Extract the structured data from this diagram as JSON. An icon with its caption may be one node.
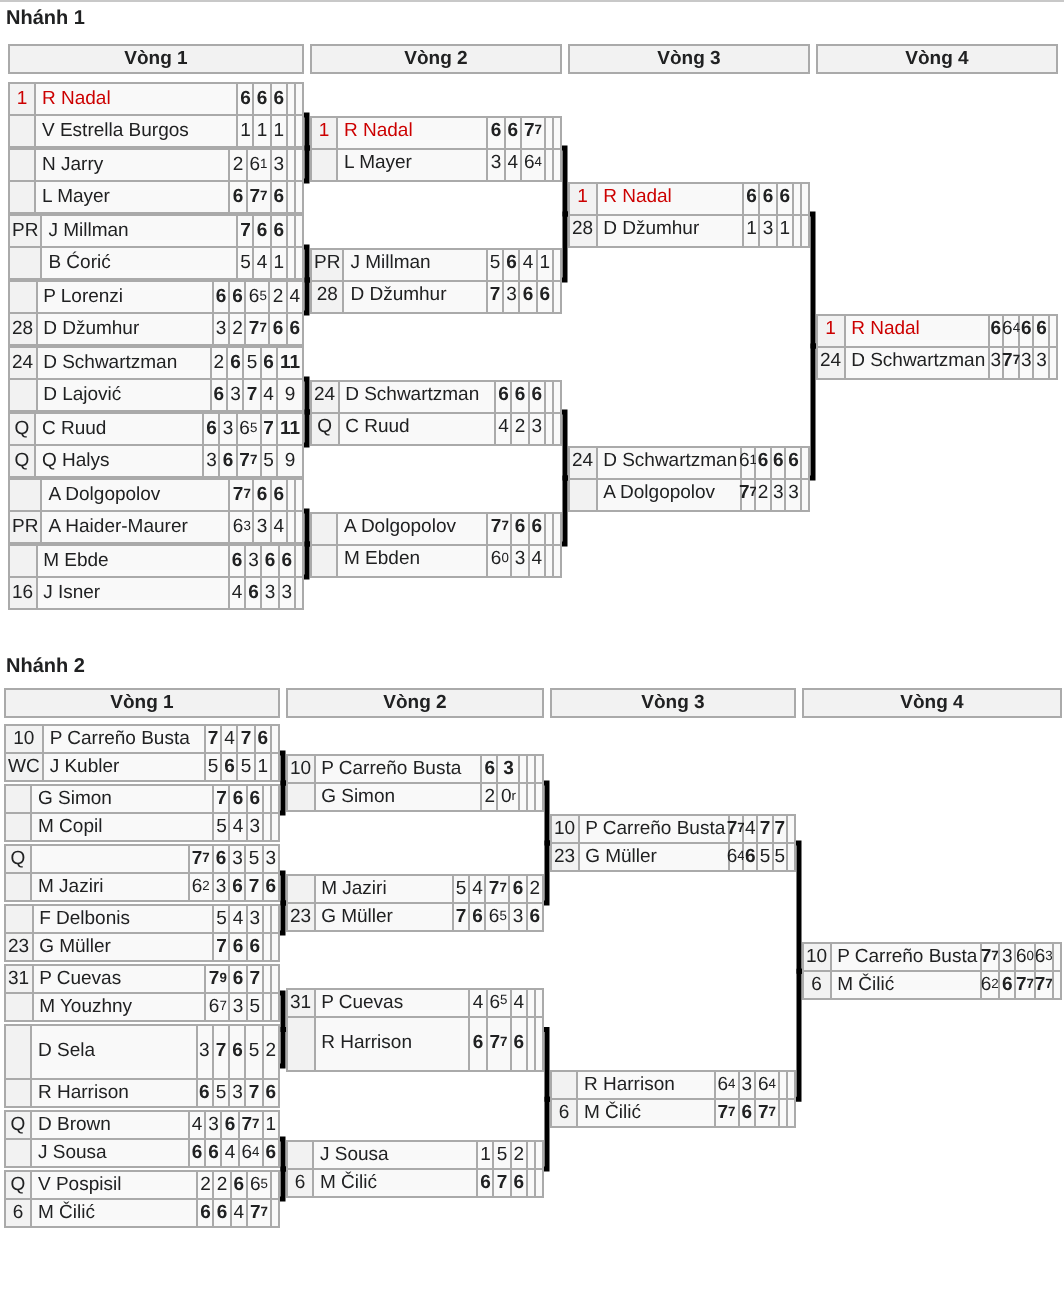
{
  "diagram": {
    "nodes": [
      {
        "text": [
          "Vòng 1"
        ]
      },
      {
        "text": [
          "Vòng 2"
        ]
      },
      {
        "text": [
          "Vòng 3"
        ]
      },
      {
        "text": [
          "Vòng 4"
        ]
      },
      {
        "text": [
          "1",
          "R Nadal",
          "6",
          "6",
          "6",
          "V Estrella Burgos",
          "1",
          "1",
          "1"
        ]
      },
      {
        "text": [
          "N Jarry",
          "2",
          "6$^{1}$",
          "3",
          "L Mayer",
          "6",
          "7$^{7}$",
          "6"
        ]
      },
      {
        "text": [
          "PR",
          "J Millman",
          "7",
          "6",
          "6",
          "B Ćorić",
          "5",
          "4",
          "1"
        ]
      },
      {
        "text": [
          "P Lorenzi",
          "6",
          "6",
          "6$^{5}$",
          "2",
          "4",
          "28",
          "D Džumhur",
          "3",
          "2",
          "7$^{7}$",
          "6",
          "6"
        ]
      },
      {
        "text": [
          "24",
          "D Schwartzman",
          "2",
          "6",
          "5",
          "6",
          "11",
          "D Lajović",
          "6",
          "3",
          "7",
          "4",
          "9"
        ]
      },
      {
        "text": [
          "Q",
          "C Ruud",
          "6",
          "3",
          "6$^{5}$",
          "7",
          "11",
          "Q",
          "Q Halys",
          "3",
          "6",
          "7$^{7}$",
          "5",
          "9"
        ]
      },
      {
        "text": [
          "A Dolgopolov",
          "7$^{7}$",
          "6",
          "6",
          "PR",
          "A Haider-Maurer",
          "6$^{3}$",
          "3",
          "4"
        ]
      },
      {
        "text": [
          "M Ebde",
          "6",
          "3",
          "6",
          "6",
          "16",
          "J Isner",
          "4",
          "6",
          "3",
          "3"
        ]
      },
      {
        "text": [
          "1",
          "R Nadal",
          "6",
          "6",
          "7$^{7}$",
          "L Mayer",
          "3",
          "4",
          "6$^{4}$"
        ]
      },
      {
        "text": [
          "PR",
          "J Millman",
          "5",
          "6",
          "4",
          "1",
          "28",
          "D Džumhur",
          "7",
          "3",
          "6",
          "6"
        ]
      },
      {
        "text": [
          "24",
          "D Schwartzman",
          "6",
          "6",
          "6",
          "Q",
          "C Ruud",
          "4",
          "2",
          "3"
        ]
      },
      {
        "text": [
          "A Dolgopolov",
          "7$^{7}$",
          "6",
          "6",
          "M Ebden",
          "6$^{0}$",
          "3",
          "4"
        ]
      },
      {
        "text": [
          "1",
          "R Nadal",
          "6",
          "6",
          "6",
          "28",
          "D Džumhur",
          "1",
          "3",
          "1"
        ]
      },
      {
        "text": [
          "24",
          "D Schwartzman",
          "6$^{1}$",
          "6",
          "6",
          "6",
          "A Dolgopolov",
          "7$^{7}$",
          "2",
          "3",
          "3"
        ]
      },
      {
        "text": [
          "1",
          "R Nadal",
          "6",
          "6$^{4}$",
          "6",
          "6",
          "24",
          "D Schwartzman",
          "3",
          "7$^{7}$",
          "3",
          "3"
        ]
      },
      {
        "text": [
          "Vòng 1"
        ]
      },
      {
        "text": [
          "Vòng 2"
        ]
      },
      {
        "text": [
          "Vòng 3"
        ]
      },
      {
        "text": [
          "Vòng 4"
        ]
      },
      {
        "text": [
          "10",
          "P Carreño Busta",
          "7",
          "4",
          "7",
          "6",
          "WC",
          "J Kubler",
          "5",
          "6",
          "5",
          "1"
        ]
      },
      {
        "text": [
          "G Simon",
          "7",
          "6",
          "6",
          "M Copil",
          "5",
          "4",
          "3"
        ]
      },
      {
        "text": [
          "Q",
          "7$^{7}$",
          "6",
          "3",
          "5",
          "3",
          "M Jaziri",
          "6$^{2}$",
          "3",
          "6",
          "7",
          "6"
        ]
      },
      {
        "text": [
          "F Delbonis",
          "5",
          "4",
          "3",
          "23",
          "G Müller",
          "7",
          "6",
          "6"
        ]
      },
      {
        "text": [
          "31",
          "P Cuevas",
          "7$^{9}$",
          "6",
          "7",
          "M Youzhny",
          "6$^{7}$",
          "3",
          "5"
        ]
      },
      {
        "text": [
          "D Sela",
          "3",
          "7",
          "6",
          "5",
          "2",
          "R Harrison",
          "6",
          "5",
          "3",
          "7",
          "6"
        ]
      },
      {
        "text": [
          "Q",
          "D Brown",
          "4",
          "3",
          "6",
          "7$^{7}$",
          "1",
          "J Sousa",
          "6",
          "6",
          "4",
          "6$^{4}$",
          "6"
        ]
      },
      {
        "text": [
          "Q",
          "V Pospisil",
          "2",
          "2",
          "6",
          "6$^{5}$",
          "6",
          "M Čilić",
          "6",
          "6",
          "4",
          "7$^{7}$"
        ]
      },
      {
        "text": [
          "10",
          "P Carreño Busta",
          "6",
          "3",
          "G Simon",
          "2",
          "0$^{r}$"
        ]
      },
      {
        "text": [
          "M Jaziri",
          "5",
          "4",
          "7$^{7}$",
          "6",
          "2",
          "23",
          "G Müller",
          "7",
          "6",
          "6$^{5}$",
          "3",
          "6"
        ]
      },
      {
        "text": [
          "31",
          "P Cuevas",
          "4",
          "6$^{5}$",
          "4",
          "R Harrison",
          "6",
          "7$^{7}$",
          "6"
        ]
      },
      {
        "text": [
          "J Sousa",
          "1",
          "5",
          "2",
          "6",
          "M Čilić",
          "6",
          "7",
          "6"
        ]
      },
      {
        "text": [
          "10",
          "P Carreño Busta",
          "7$^{7}$",
          "4",
          "7",
          "7",
          "23",
          "G Müller",
          "6$^{4}$",
          "6",
          "5",
          "5"
        ]
      },
      {
        "text": [
          "R Harrison",
          "6$^{4}$",
          "3",
          "6$^{4}$",
          "6",
          "M Čilić",
          "7$^{7}$",
          "6",
          "7$^{7}$"
        ]
      },
      {
        "text": [
          "10",
          "P Carreño Busta",
          "7$^{7}$",
          "3",
          "6$^{0}$",
          "6$^{3}$",
          "6",
          "M Čilić",
          "6$^{2}$",
          "6",
          "7$^{7}$",
          "7$^{7}$"
        ]
      }
    ],
    "edges": [
      {
        "from": 4,
        "to": 12,
        "arrow": "none"
      },
      {
        "from": 5,
        "to": 12,
        "arrow": "none"
      },
      {
        "from": 6,
        "to": 13,
        "arrow": "none"
      },
      {
        "from": 7,
        "to": 13,
        "arrow": "none"
      },
      {
        "from": 8,
        "to": 14,
        "arrow": "none"
      },
      {
        "from": 9,
        "to": 14,
        "arrow": "none"
      },
      {
        "from": 10,
        "to": 15,
        "arrow": "none"
      },
      {
        "from": 11,
        "to": 15,
        "arrow": "none"
      },
      {
        "from": 12,
        "to": 16,
        "arrow": "none"
      },
      {
        "from": 13,
        "to": 16,
        "arrow": "none"
      },
      {
        "from": 14,
        "to": 17,
        "arrow": "none"
      },
      {
        "from": 15,
        "to": 17,
        "arrow": "none"
      },
      {
        "from": 16,
        "to": 18,
        "arrow": "none"
      },
      {
        "from": 17,
        "to": 18,
        "arrow": "none"
      },
      {
        "from": 23,
        "to": 31,
        "arrow": "none"
      },
      {
        "from": 24,
        "to": 31,
        "arrow": "none"
      },
      {
        "from": 25,
        "to": 32,
        "arrow": "none"
      },
      {
        "from": 26,
        "to": 32,
        "arrow": "none"
      },
      {
        "from": 27,
        "to": 33,
        "arrow": "none"
      },
      {
        "from": 28,
        "to": 33,
        "arrow": "none"
      },
      {
        "from": 29,
        "to": 34,
        "arrow": "none"
      },
      {
        "from": 30,
        "to": 34,
        "arrow": "none"
      },
      {
        "from": 31,
        "to": 35,
        "arrow": "none"
      },
      {
        "from": 32,
        "to": 35,
        "arrow": "none"
      },
      {
        "from": 33,
        "to": 36,
        "arrow": "none"
      },
      {
        "from": 34,
        "to": 36,
        "arrow": "none"
      },
      {
        "from": 35,
        "to": 37,
        "arrow": "none"
      },
      {
        "from": 36,
        "to": 37,
        "arrow": "none"
      }
    ],
    "labels": [
      "Nhánh 1",
      "Nhánh 2"
    ]
  }
}
